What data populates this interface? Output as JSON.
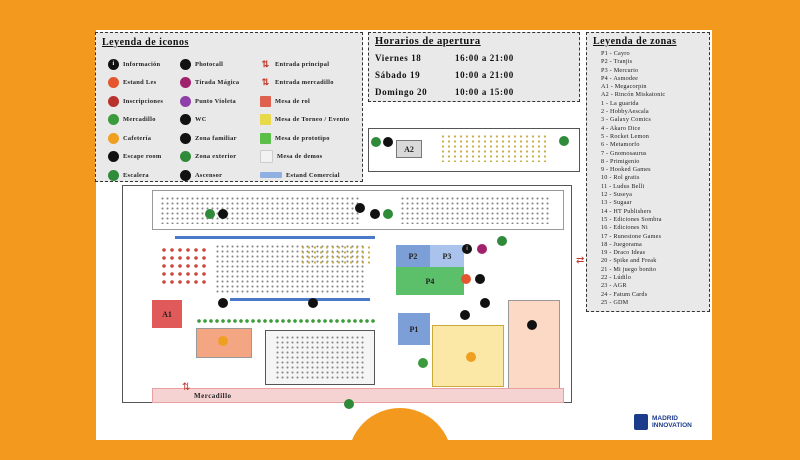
{
  "icon_legend": {
    "title": "Leyenda de iconos",
    "col1": [
      {
        "label": "Información",
        "icon": "info-icon",
        "color": "#111111"
      },
      {
        "label": "Estand Les",
        "icon": "les-stand-icon",
        "color": "#e4572e"
      },
      {
        "label": "Inscripciones",
        "icon": "registration-icon",
        "color": "#b8322d"
      },
      {
        "label": "Mercadillo",
        "icon": "market-icon",
        "color": "#3b9a3b"
      },
      {
        "label": "Cafetería",
        "icon": "coffee-icon",
        "color": "#f0a020"
      },
      {
        "label": "Escape room",
        "icon": "escape-room-icon",
        "color": "#111111"
      },
      {
        "label": "Escalera",
        "icon": "stairs-icon",
        "color": "#2f8a3a"
      }
    ],
    "col2": [
      {
        "label": "Photocall",
        "icon": "camera-icon",
        "color": "#111111"
      },
      {
        "label": "Tirada Mágica",
        "icon": "magic-roll-icon",
        "color": "#a0226c"
      },
      {
        "label": "Punto Violeta",
        "icon": "purple-point-icon",
        "color": "#8e3fa8"
      },
      {
        "label": "WC",
        "icon": "wc-icon",
        "color": "#111111"
      },
      {
        "label": "Zona familiar",
        "icon": "family-zone-icon",
        "color": "#111111"
      },
      {
        "label": "Zona exterior",
        "icon": "outdoor-zone-icon",
        "color": "#2f8a3a"
      },
      {
        "label": "Ascensor",
        "icon": "elevator-icon",
        "color": "#111111"
      }
    ],
    "col3": [
      {
        "label": "Entrada principal",
        "icon": "main-entrance-icon",
        "color": "#c0392b"
      },
      {
        "label": "Entrada mercadillo",
        "icon": "market-entrance-icon",
        "color": "#c0392b"
      },
      {
        "label": "Mesa de rol",
        "icon": "roleplay-table-icon",
        "color": "#e0604f"
      },
      {
        "label": "Mesa de Torneo / Evento",
        "icon": "tournament-table-icon",
        "color": "#e8d94a"
      },
      {
        "label": "Mesa de prototipo",
        "icon": "prototype-table-icon",
        "color": "#5cbf4a"
      },
      {
        "label": "Mesa de demos",
        "icon": "demo-table-icon",
        "color": "#f2f2f2"
      },
      {
        "label": "Estand Comercial",
        "icon": "commercial-stand-icon",
        "color": "#8fb0e0"
      }
    ]
  },
  "hours": {
    "title": "Horarios de apertura",
    "rows": [
      {
        "day": "Viernes 18",
        "time": "16:00 a 21:00"
      },
      {
        "day": "Sábado 19",
        "time": "10:00 a 21:00"
      },
      {
        "day": "Domingo 20",
        "time": "10:00 a 15:00"
      }
    ]
  },
  "zones": {
    "title": "Leyenda de zonas",
    "items": [
      "P1 - Cayro",
      "P2 - Tranjis",
      "P3 - Mercurio",
      "P4 - Asmodee",
      "A1 - Megacorpin",
      "A2 - Rincón Miskatonic",
      "1 - La guarida",
      "2 - HobbyAescala",
      "3 - Galaxy Comics",
      "4 - Akaro Dice",
      "5 - Rocket Lemon",
      "6 - Metamorfo",
      "7 - Gnomosaurus",
      "8 - Primigenio",
      "9 - Hooked Games",
      "10 - Rol gratis",
      "11 - Ludus Belli",
      "12 - Suseya",
      "13 - Sugaar",
      "14 - HT Publishers",
      "15 - Ediciones Sombra",
      "16 - Ediciones Ni",
      "17 - Runestone Games",
      "18 - Juegorama",
      "19 - Draco Ideas",
      "20 - Spike and Freak",
      "21 - Mi juego bonito",
      "22 - Lúdilo",
      "23 - AGR",
      "24 - Fatum Cards",
      "25 - GDM"
    ]
  },
  "map": {
    "labels": {
      "a2": "A2",
      "a1": "A1",
      "p1": "P1",
      "p2": "P2",
      "p3": "P3",
      "p4": "P4",
      "mercadillo": "Mercadillo"
    }
  },
  "logo": {
    "line1": "MADRID",
    "line2": "INNOVATION"
  }
}
